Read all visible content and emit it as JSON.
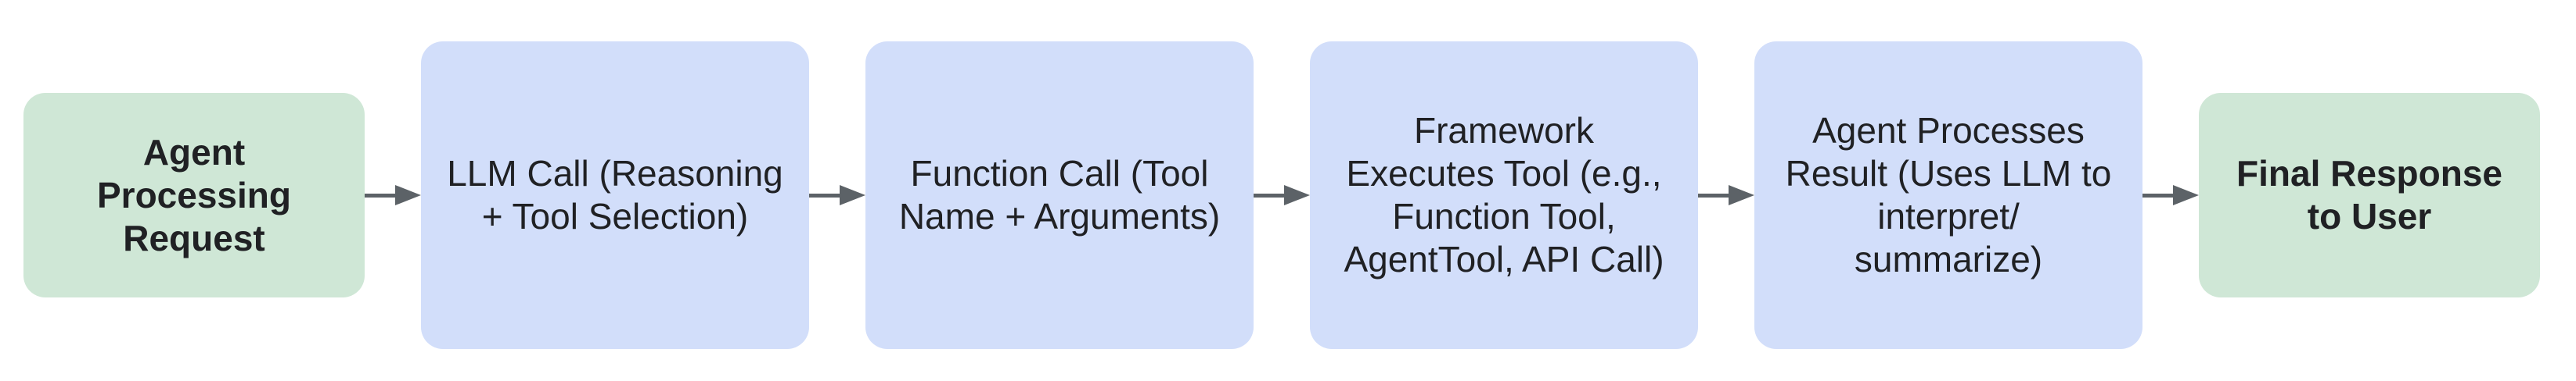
{
  "colors": {
    "background": "#ffffff",
    "node_green": "#cfe7d6",
    "node_blue": "#d2defa",
    "arrow": "#5c6267",
    "text": "#202124"
  },
  "icons": {
    "connector_arrow": "right-arrow-icon"
  },
  "flow": {
    "nodes": [
      {
        "id": "agent-processing-request",
        "variant": "green",
        "label": "Agent\nProcessing\nRequest"
      },
      {
        "id": "llm-call",
        "variant": "blue",
        "label": "LLM Call (Reasoning\n+ Tool Selection)"
      },
      {
        "id": "function-call",
        "variant": "blue",
        "label": "Function Call (Tool\nName + Arguments)"
      },
      {
        "id": "framework-executes-tool",
        "variant": "blue",
        "label": "Framework\nExecutes Tool (e.g.,\nFunction Tool,\nAgentTool, API Call)"
      },
      {
        "id": "agent-processes-result",
        "variant": "blue",
        "label": "Agent Processes\nResult (Uses LLM to\ninterpret/\nsummarize)"
      },
      {
        "id": "final-response-to-user",
        "variant": "green",
        "label": "Final Response\nto User"
      }
    ]
  }
}
